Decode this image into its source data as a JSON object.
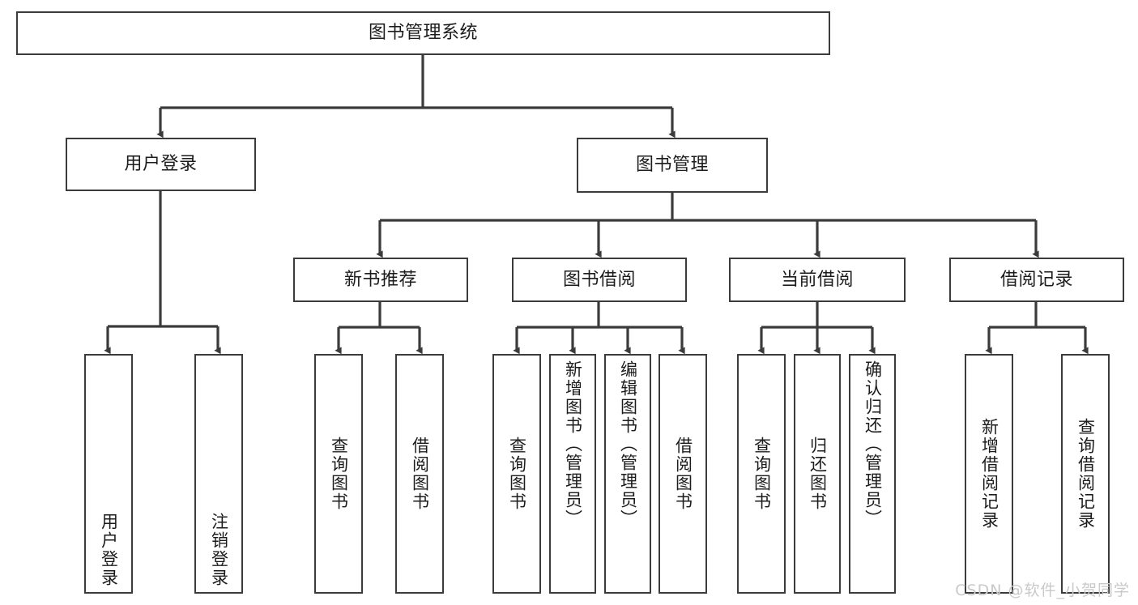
{
  "diagram": {
    "title": "图书管理系统",
    "stroke_color": "#3b3b3b",
    "text_color": "#1c1c1c",
    "background_color": "#ffffff",
    "watermark_color": "#c9c9c9"
  },
  "watermark": {
    "text": "CSDN @软件_小贺同学"
  },
  "root": {
    "label": "图书管理系统"
  },
  "level1": [
    {
      "label": "用户登录"
    },
    {
      "label": "图书管理"
    }
  ],
  "level2": [
    {
      "label": "新书推荐"
    },
    {
      "label": "图书借阅"
    },
    {
      "label": "当前借阅"
    },
    {
      "label": "借阅记录"
    }
  ],
  "leaves": {
    "user_login": [
      {
        "label": "用户登录"
      },
      {
        "label": "注销登录"
      }
    ],
    "new_book": [
      {
        "label": "查询图书"
      },
      {
        "label": "借阅图书"
      }
    ],
    "book_borrow": [
      {
        "label": "查询图书"
      },
      {
        "label": "新增图书（管理员）"
      },
      {
        "label": "编辑图书（管理员）"
      },
      {
        "label": "借阅图书"
      }
    ],
    "current_borrow": [
      {
        "label": "查询图书"
      },
      {
        "label": "归还图书"
      },
      {
        "label": "确认归还（管理员）"
      }
    ],
    "borrow_record": [
      {
        "label": "新增借阅记录"
      },
      {
        "label": "查询借阅记录"
      }
    ]
  }
}
